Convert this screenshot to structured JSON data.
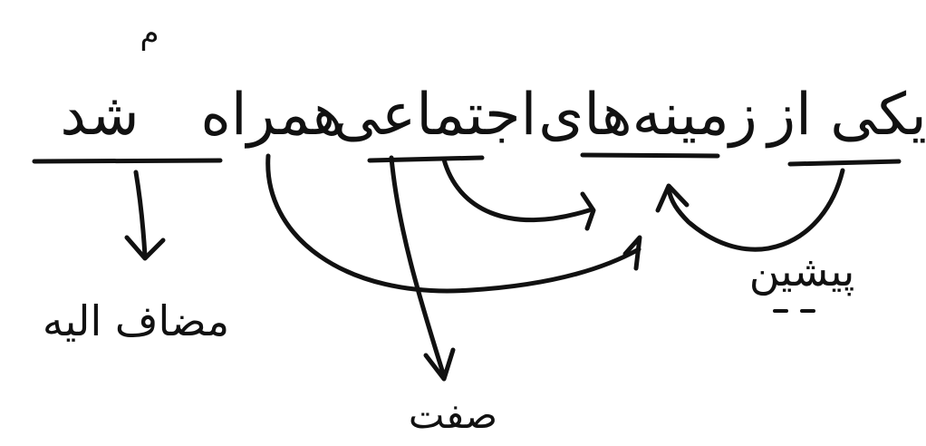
{
  "sentence": {
    "words": [
      {
        "id": "yeki-az",
        "text": "یکی از"
      },
      {
        "id": "zamineh-haye",
        "text": "زمینه‌های"
      },
      {
        "id": "ejtemai",
        "text": "اجتماعی"
      },
      {
        "id": "hamrah",
        "text": "همراه"
      },
      {
        "id": "shod",
        "text": "شد"
      }
    ],
    "stress_mark": "م"
  },
  "labels": {
    "pishin": "پیشین",
    "sefat": "صفت",
    "mozaf_elayh": "مضاف الیه"
  },
  "colors": {
    "background": "#ffffff",
    "ink": "#111111"
  }
}
